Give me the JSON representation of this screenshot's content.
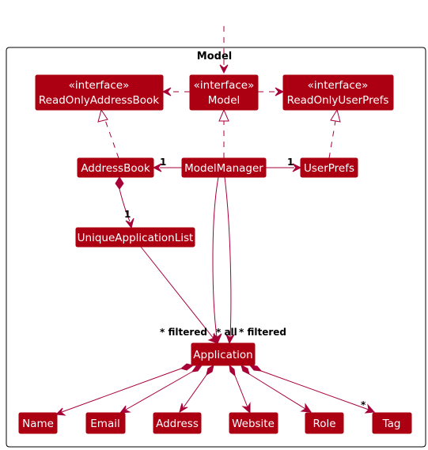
{
  "package": {
    "title": "Model"
  },
  "boxes": {
    "read_only_address_book": {
      "stereotype": "«interface»",
      "name": "ReadOnlyAddressBook"
    },
    "model": {
      "stereotype": "«interface»",
      "name": "Model"
    },
    "read_only_user_prefs": {
      "stereotype": "«interface»",
      "name": "ReadOnlyUserPrefs"
    },
    "address_book": {
      "name": "AddressBook"
    },
    "model_manager": {
      "name": "ModelManager"
    },
    "user_prefs": {
      "name": "UserPrefs"
    },
    "unique_application_list": {
      "name": "UniqueApplicationList"
    },
    "application": {
      "name": "Application"
    },
    "name": {
      "name": "Name"
    },
    "email": {
      "name": "Email"
    },
    "address": {
      "name": "Address"
    },
    "website": {
      "name": "Website"
    },
    "role": {
      "name": "Role"
    },
    "tag": {
      "name": "Tag"
    }
  },
  "multiplicities": {
    "mm_to_addressbook": "1",
    "mm_to_userprefs": "1",
    "addressbook_to_list": "1",
    "filtered_left": "* filtered",
    "all": "* all",
    "filtered_right": "* filtered",
    "tag": "*"
  },
  "colors": {
    "box_fill": "#ac0012",
    "edge": "#a80036",
    "box_text": "#ffffff"
  }
}
